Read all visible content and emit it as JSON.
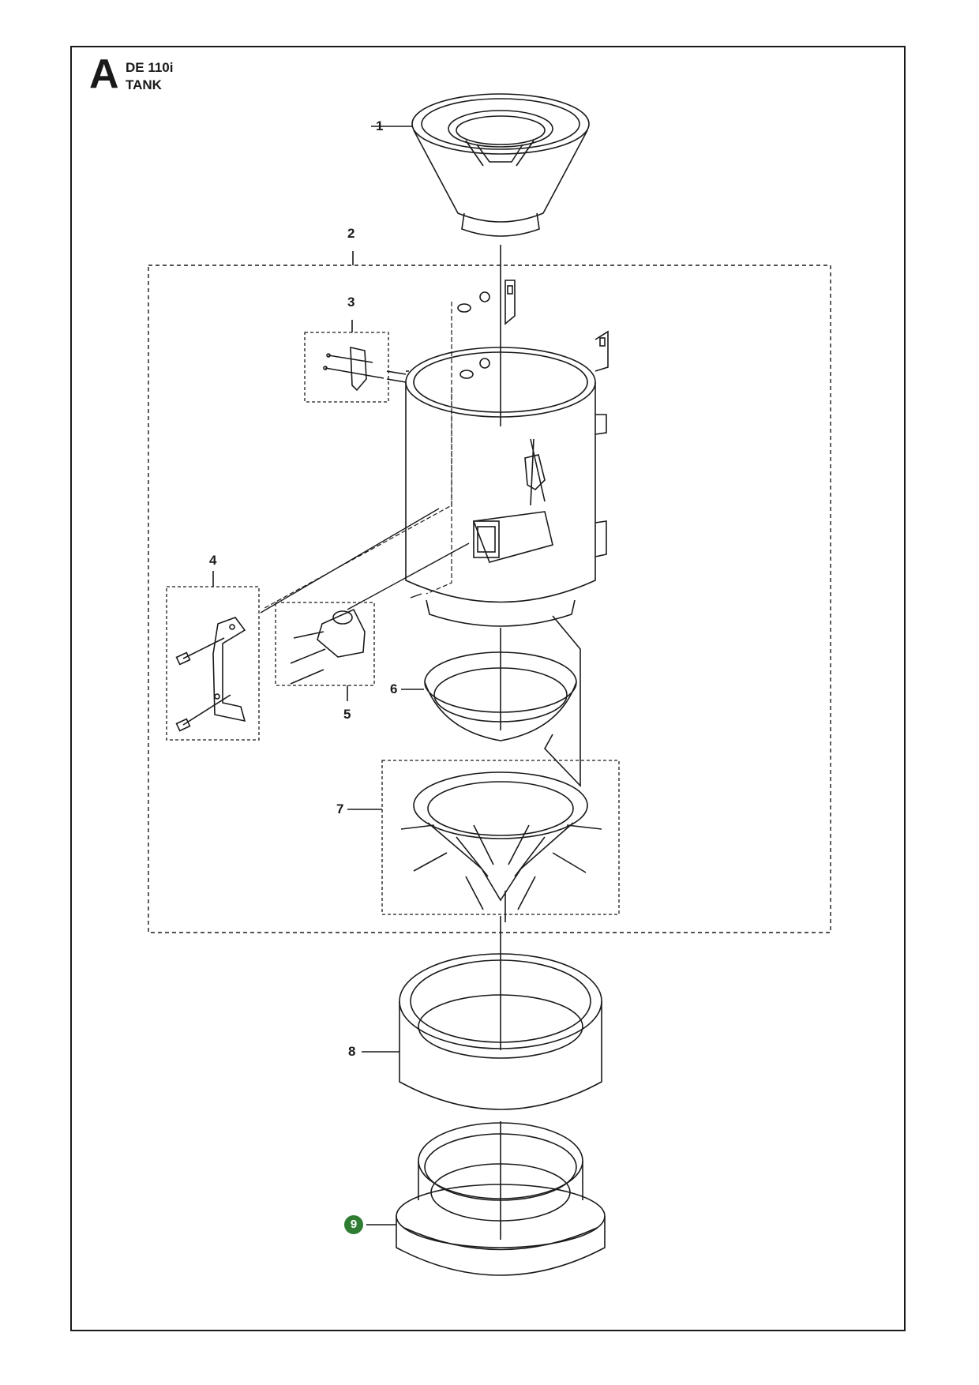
{
  "header": {
    "section_letter": "A",
    "model": "DE 110i",
    "assembly": "TANK"
  },
  "callouts": [
    {
      "label": "1"
    },
    {
      "label": "2"
    },
    {
      "label": "3"
    },
    {
      "label": "4"
    },
    {
      "label": "5"
    },
    {
      "label": "6"
    },
    {
      "label": "7"
    },
    {
      "label": "8"
    },
    {
      "label": "9",
      "highlight_color": "#2e7d32"
    }
  ]
}
